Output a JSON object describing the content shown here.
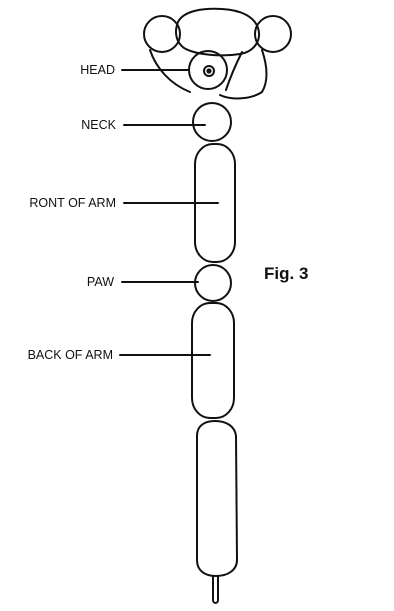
{
  "figure": {
    "caption": "Fig. 3"
  },
  "labels": {
    "head": "HEAD",
    "neck": "NECK",
    "front_of_arm": "RONT OF ARM",
    "paw": "PAW",
    "back_of_arm": "BACK OF ARM"
  },
  "colors": {
    "ink": "#111111",
    "background": "#ffffff"
  }
}
